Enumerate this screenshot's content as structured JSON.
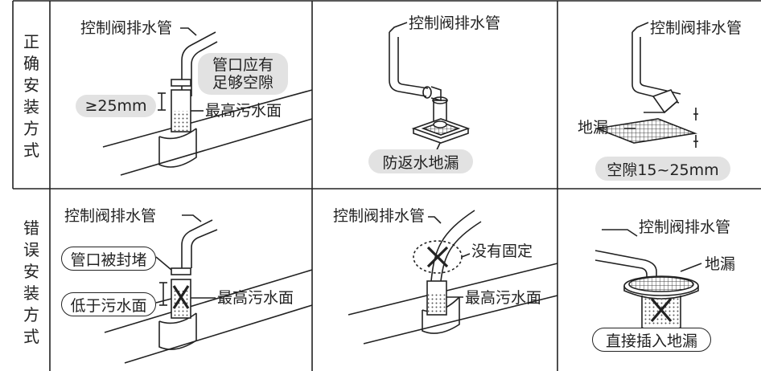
{
  "rows": {
    "correct": {
      "label": "正确安装方式",
      "chars": [
        "正",
        "确",
        "安",
        "装",
        "方",
        "式"
      ]
    },
    "wrong": {
      "label": "错误安装方式",
      "chars": [
        "错",
        "误",
        "安",
        "装",
        "方",
        "式"
      ]
    }
  },
  "cells": {
    "c1": {
      "pipe": "控制阀排水管",
      "gap_note_l1": "管口应有",
      "gap_note_l2": "足够空隙",
      "min_gap": "≥25mm",
      "water_level": "最高污水面"
    },
    "c2": {
      "pipe": "控制阀排水管",
      "drain": "防返水地漏"
    },
    "c3": {
      "pipe": "控制阀排水管",
      "drain": "地漏",
      "gap": "空隙15~25mm"
    },
    "w1": {
      "pipe": "控制阀排水管",
      "err1": "管口被封堵",
      "err2": "低于污水面",
      "water_level": "最高污水面"
    },
    "w2": {
      "pipe": "控制阀排水管",
      "err": "没有固定",
      "water_level": "最高污水面"
    },
    "w3": {
      "pipe": "控制阀排水管",
      "drain": "地漏",
      "err": "直接插入地漏"
    }
  }
}
